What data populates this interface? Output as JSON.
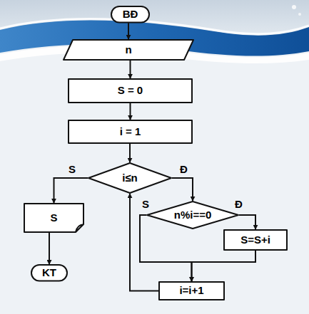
{
  "diagram": {
    "nodes": [
      {
        "text": [
          "BĐ"
        ]
      },
      {
        "text": [
          "n"
        ]
      },
      {
        "text": [
          "S = 0"
        ]
      },
      {
        "text": [
          "i = 1"
        ]
      },
      {
        "text": [
          "i≤n"
        ]
      },
      {
        "text": [
          "S"
        ]
      },
      {
        "text": [
          "KT"
        ]
      },
      {
        "text": [
          "n%i==0"
        ]
      },
      {
        "text": [
          "S=S+i"
        ]
      },
      {
        "text": [
          "i=i+1"
        ]
      }
    ],
    "edges": [
      {
        "from": 0,
        "to": 1,
        "arrow": "to"
      },
      {
        "from": 1,
        "to": 2,
        "arrow": "to"
      },
      {
        "from": 2,
        "to": 3,
        "arrow": "to"
      },
      {
        "from": 3,
        "to": 4,
        "arrow": "to"
      },
      {
        "from": 4,
        "to": 5,
        "label": "S",
        "arrow": "to"
      },
      {
        "from": 5,
        "to": 6,
        "arrow": "to"
      },
      {
        "from": 4,
        "to": 7,
        "label": "Đ",
        "arrow": "to"
      },
      {
        "from": 7,
        "to": 8,
        "label": "Đ",
        "arrow": "to"
      },
      {
        "from": 7,
        "to": 9,
        "label": "S",
        "arrow": "to"
      },
      {
        "from": 8,
        "to": 9,
        "arrow": "to"
      },
      {
        "from": 9,
        "to": 4,
        "arrow": "to"
      }
    ]
  }
}
